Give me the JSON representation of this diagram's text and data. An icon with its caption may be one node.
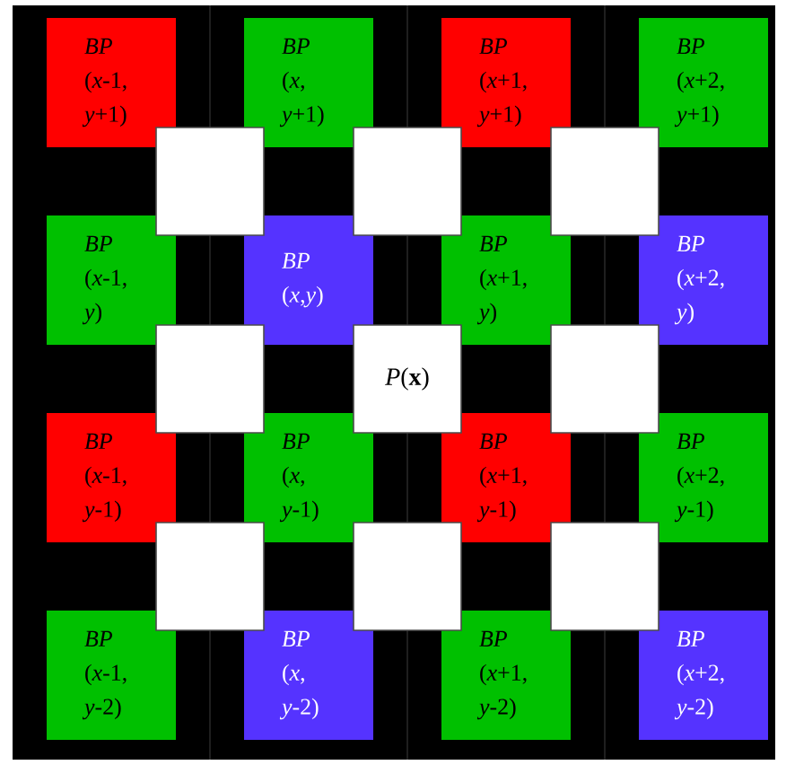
{
  "diagram": {
    "nodes": [
      {
        "text": [
          "*BP* (*x*-1, *y*+1)"
        ]
      },
      {
        "text": [
          "*BP* (*x*, *y*+1)"
        ]
      },
      {
        "text": [
          "*BP* (*x*+1, *y*+1)"
        ]
      },
      {
        "text": [
          "*BP* (*x*+2, *y*+1)"
        ]
      },
      {
        "text": [
          "*BP* (*x*-1, *y*)"
        ]
      },
      {
        "text": [
          "*BP* (*x*,*y*)"
        ]
      },
      {
        "text": [
          "*BP* (*x*+1, *y*)"
        ]
      },
      {
        "text": [
          "*BP* (*x*+2, *y*)"
        ]
      },
      {
        "text": [
          "*BP* (*x*-1, *y*-1)"
        ]
      },
      {
        "text": [
          "*BP* (*x*, *y*-1)"
        ]
      },
      {
        "text": [
          "*BP* (*x*+1, *y*-1)"
        ]
      },
      {
        "text": [
          "*BP* (*x*+2, *y*-1)"
        ]
      },
      {
        "text": [
          "*BP* (*x*-1, *y*-2)"
        ]
      },
      {
        "text": [
          "*BP* (*x*, *y*-2)"
        ]
      },
      {
        "text": [
          "*BP* (*x*+1, *y*-2)"
        ]
      },
      {
        "text": [
          "*BP* (*x*+2, *y*-2)"
        ]
      },
      {
        "text": [],
        "shape": "box"
      },
      {
        "text": [],
        "shape": "box"
      },
      {
        "text": [],
        "shape": "box"
      },
      {
        "text": [],
        "shape": "box"
      },
      {
        "text": [
          "*P*(**x**)"
        ]
      },
      {
        "text": [],
        "shape": "box"
      },
      {
        "text": [],
        "shape": "box"
      },
      {
        "text": [],
        "shape": "box"
      },
      {
        "text": [],
        "shape": "box"
      }
    ]
  }
}
